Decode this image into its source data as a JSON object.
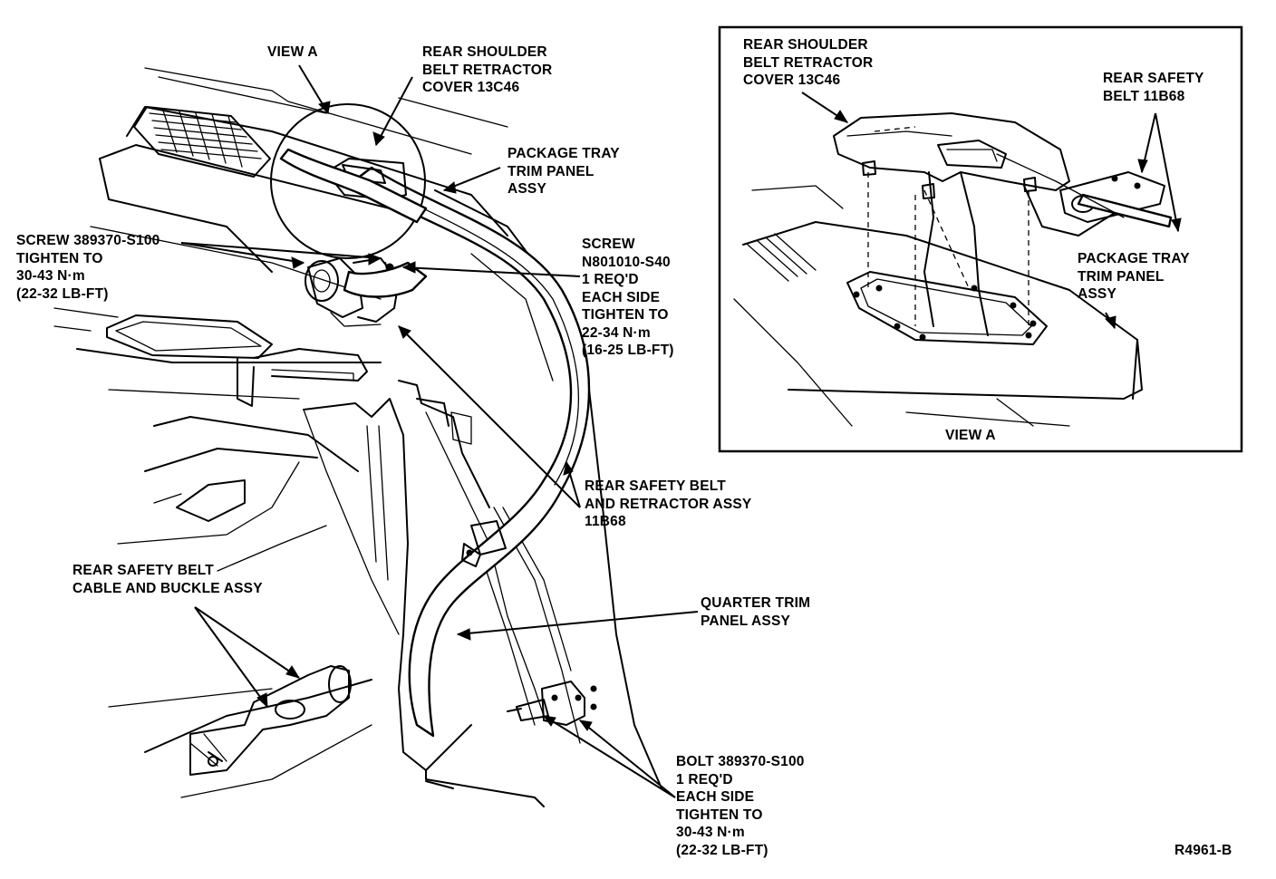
{
  "labels": {
    "view_a_callout": "VIEW A",
    "retractor_cover": [
      "REAR SHOULDER",
      "BELT RETRACTOR",
      "COVER 13C46"
    ],
    "package_tray": [
      "PACKAGE TRAY",
      "TRIM PANEL",
      "ASSY"
    ],
    "screw_389370": [
      "SCREW 389370-S100",
      "TIGHTEN TO",
      "30-43 N·m",
      "(22-32 LB-FT)"
    ],
    "screw_n801010": [
      "SCREW",
      "N801010-S40",
      "1 REQ'D",
      "EACH SIDE",
      "TIGHTEN TO",
      "22-34 N·m",
      "(16-25 LB-FT)"
    ],
    "belt_retractor_assy": [
      "REAR SAFETY BELT",
      "AND RETRACTOR ASSY",
      "11B68"
    ],
    "cable_buckle": [
      "REAR SAFETY BELT",
      "CABLE AND BUCKLE ASSY"
    ],
    "quarter_trim": [
      "QUARTER TRIM",
      "PANEL ASSY"
    ],
    "bolt_389370": [
      "BOLT 389370-S100",
      "1 REQ'D",
      "EACH SIDE",
      "TIGHTEN TO",
      "30-43 N·m",
      "(22-32 LB-FT)"
    ],
    "figure_code": "R4961-B"
  },
  "inset": {
    "retractor_cover": [
      "REAR SHOULDER",
      "BELT RETRACTOR",
      "COVER 13C46"
    ],
    "rear_safety_belt": [
      "REAR SAFETY",
      "BELT 11B68"
    ],
    "package_tray": [
      "PACKAGE TRAY",
      "TRIM PANEL",
      "ASSY"
    ],
    "caption": "VIEW A"
  }
}
